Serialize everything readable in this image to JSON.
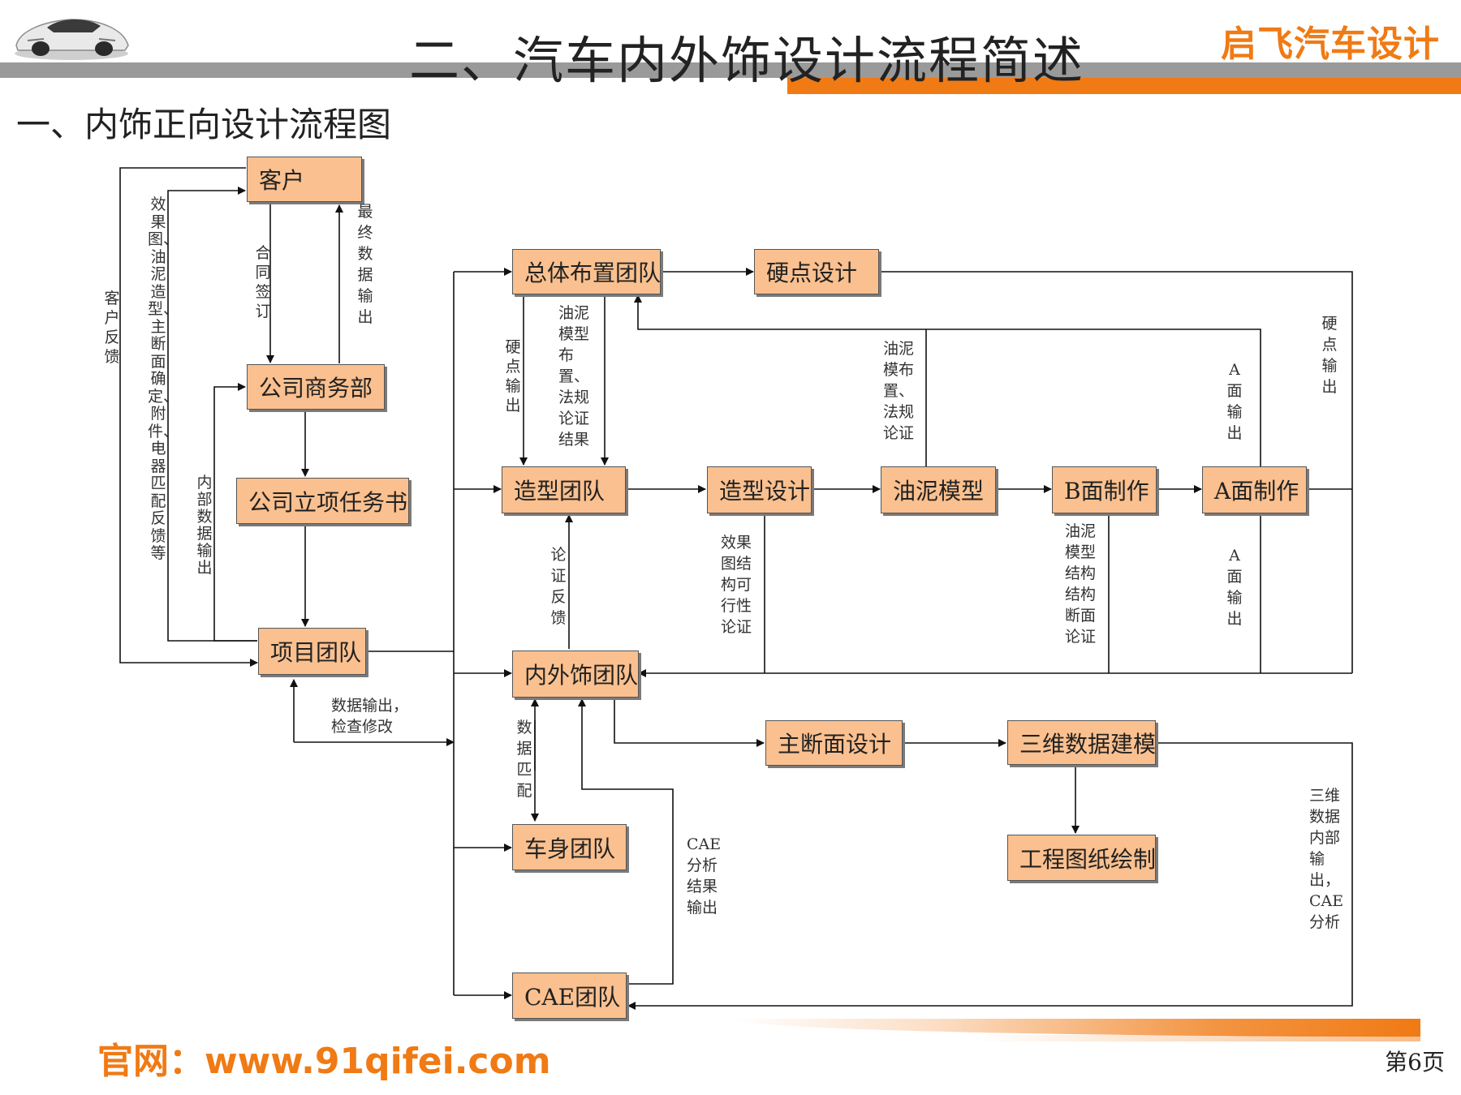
{
  "header": {
    "title": "二、汽车内外饰设计流程简述",
    "brand": "启飞汽车设计",
    "logo_icon": "sports-car-logo"
  },
  "subtitle": "一、内饰正向设计流程图",
  "nodes": {
    "customer": "客户",
    "business_dept": "公司商务部",
    "project_task": "公司立项任务书",
    "project_team": "项目团队",
    "layout_team": "总体布置团队",
    "hardpoint_design": "硬点设计",
    "styling_team": "造型团队",
    "styling_design": "造型设计",
    "clay_model": "油泥模型",
    "b_surface": "B面制作",
    "a_surface": "A面制作",
    "trim_team": "内外饰团队",
    "section_design": "主断面设计",
    "3d_modeling": "三维数据建模",
    "drawing": "工程图纸绘制",
    "body_team": "车身团队",
    "cae_team": "CAE团队"
  },
  "labels": {
    "customer_feedback": "客户反馈",
    "effects_feedback": "效果图、油泥造型、主断面确定、附件、电器匹配反馈等",
    "contract": "合同签订",
    "final_output": "最终数据输出",
    "internal_output": "内部数据输出",
    "data_check": "数据输出，检查修改",
    "hardpoint_output_left": "硬点输出",
    "clay_layout_result": "油泥模型布置、法规论证结果",
    "clay_layout_mid": "油泥模布置、法规论证",
    "a_output_top": "A面输出",
    "hardpoint_output_right": "硬点输出",
    "argument_feedback": "论证反馈",
    "effect_feasibility": "效果图结构可行性论证",
    "clay_structure": "油泥模型结构结构断面论证",
    "a_output_bottom": "A面输出",
    "data_match": "数据匹配",
    "cae_output": "CAE分析结果输出",
    "threed_internal": "三维数据内部输出，CAE分析"
  },
  "footer": {
    "website": "官网：www.91qifei.com",
    "page": "第6页"
  },
  "colors": {
    "node_fill": "#fac08f",
    "accent": "#f07a14",
    "bar_gray": "#9a9a9a"
  }
}
